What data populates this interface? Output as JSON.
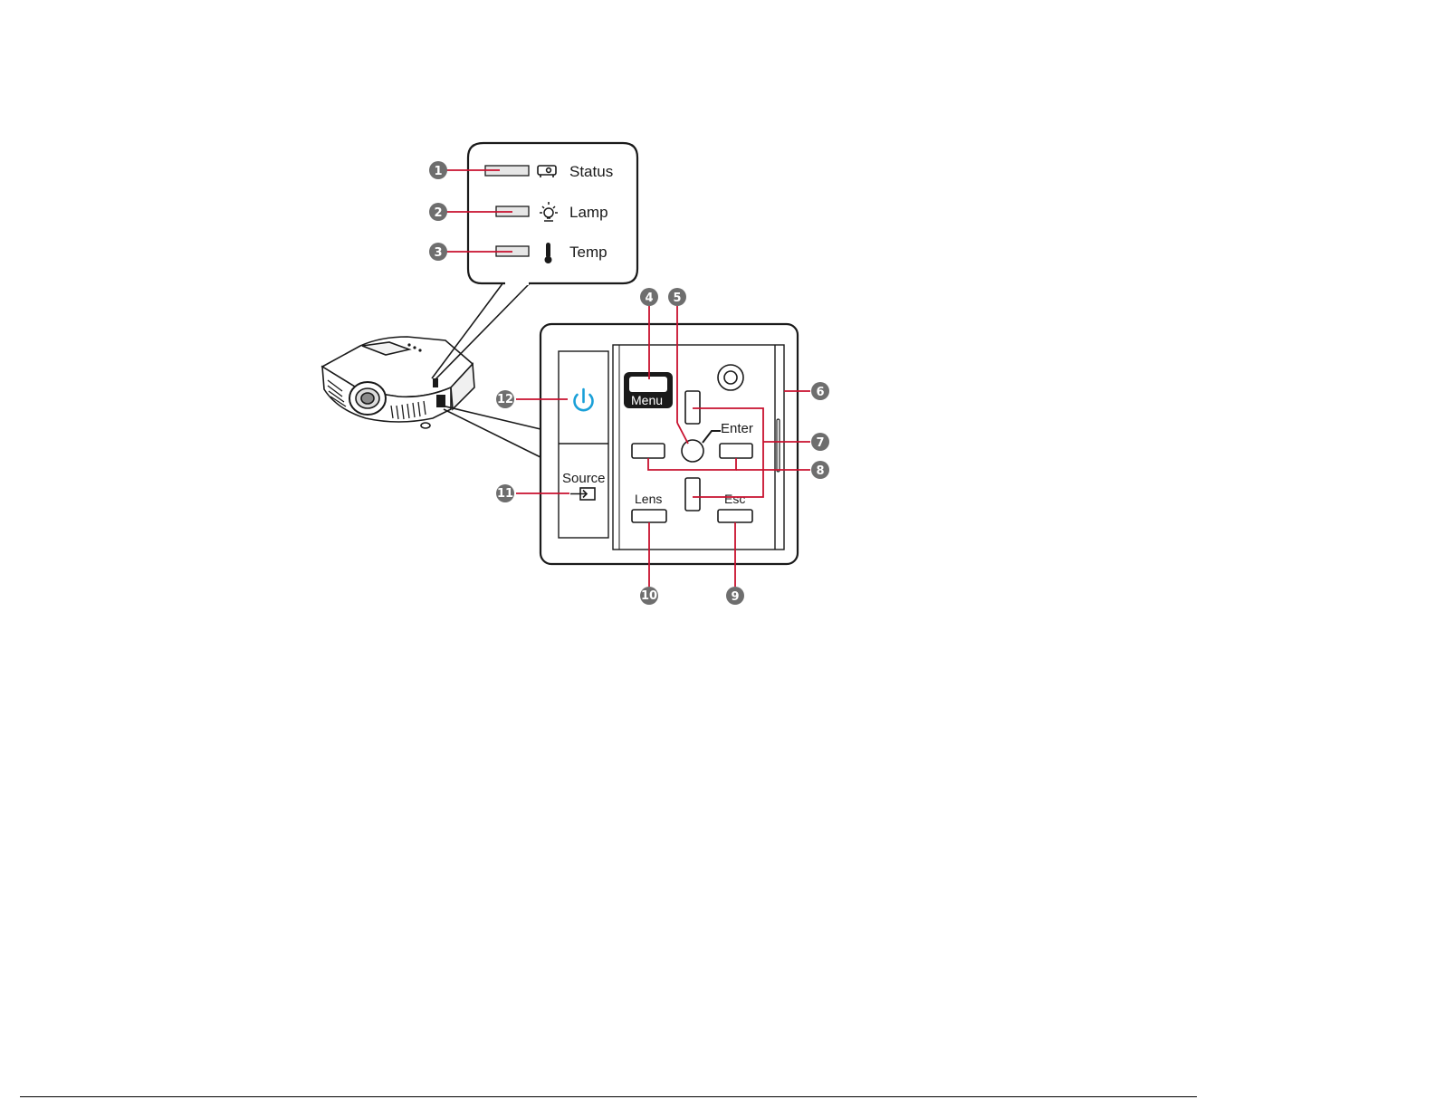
{
  "colors": {
    "callout_line": "#c8102e",
    "power_icon": "#1aa0d8",
    "badge_fill": "#6e6e6e",
    "outline": "#1a1a1a"
  },
  "callouts": [
    {
      "n": "1",
      "target": "status-indicator"
    },
    {
      "n": "2",
      "target": "lamp-indicator"
    },
    {
      "n": "3",
      "target": "temp-indicator"
    },
    {
      "n": "4",
      "target": "menu-button"
    },
    {
      "n": "5",
      "target": "enter-button"
    },
    {
      "n": "6",
      "target": "control-panel-edge"
    },
    {
      "n": "7",
      "target": "up-down-arrow-buttons"
    },
    {
      "n": "8",
      "target": "left-right-arrow-buttons"
    },
    {
      "n": "9",
      "target": "esc-button"
    },
    {
      "n": "10",
      "target": "lens-button"
    },
    {
      "n": "11",
      "target": "source-button"
    },
    {
      "n": "12",
      "target": "power-button"
    }
  ],
  "indicators": {
    "status": "Status",
    "lamp": "Lamp",
    "temp": "Temp"
  },
  "buttons": {
    "menu": "Menu",
    "enter": "Enter",
    "lens": "Lens",
    "esc": "Esc",
    "source": "Source"
  },
  "icons": {
    "status": "projector-icon",
    "lamp": "lamp-icon",
    "temp": "thermometer-icon",
    "power": "power-icon",
    "source": "source-arrow-icon"
  }
}
